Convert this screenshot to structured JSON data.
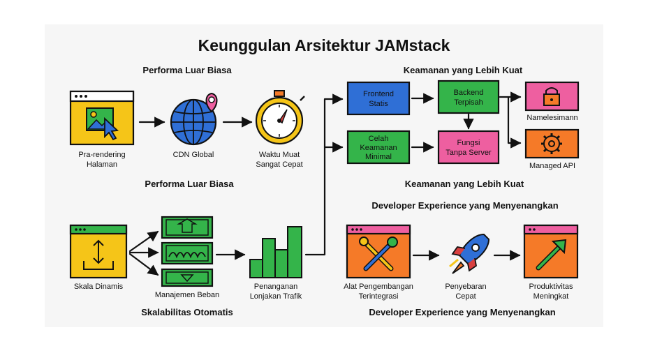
{
  "title": "Keunggulan Arsitektur JAMstack",
  "sections": {
    "performance_top": "Performa Luar Biasa",
    "performance_bottom": "Performa Luar Biasa",
    "scalability": "Skalabilitas Otomatis",
    "security_top": "Keamanan yang Lebih Kuat",
    "security_bottom": "Keamanan yang Lebih Kuat",
    "devex_top": "Developer Experience yang Menyenangkan",
    "devex_bottom": "Developer Experience yang Menyenangkan"
  },
  "performance": {
    "prerender": [
      "Pra-rendering",
      "Halaman"
    ],
    "cdn": [
      "CDN Global"
    ],
    "fast": [
      "Waktu Muat",
      "Sangat Cepat"
    ]
  },
  "scalability": {
    "dynamic": [
      "Skala Dinamis"
    ],
    "load": [
      "Manajemen Beban"
    ],
    "traffic": [
      "Penanganan",
      "Lonjakan Trafik"
    ]
  },
  "security": {
    "frontend": [
      "Frontend",
      "Statis"
    ],
    "backend": [
      "Backend",
      "Terpisah"
    ],
    "gap": [
      "Celah",
      "Keamanan",
      "Minimal"
    ],
    "serverless": [
      "Fungsi",
      "Tanpa Server"
    ],
    "name": [
      "Namelesimann"
    ],
    "managed_api": [
      "Managed API"
    ]
  },
  "devex": {
    "tools": [
      "Alat Pengembangan",
      "Terintegrasi"
    ],
    "deploy": [
      "Penyebaran",
      "Cepat"
    ],
    "productivity": [
      "Produktivitas",
      "Meningkat"
    ]
  },
  "colors": {
    "yellow": "#f5c518",
    "blue": "#2f6fd6",
    "green": "#34b44a",
    "pink": "#ee5fa0",
    "orange": "#f57a28",
    "red": "#d94040"
  },
  "icons": [
    "browser-image-icon",
    "globe-pin-icon",
    "stopwatch-icon",
    "scale-arrow-icon",
    "bar-chart-icon",
    "lock-icon",
    "gear-icon",
    "tools-icon",
    "rocket-icon",
    "trend-up-icon"
  ]
}
